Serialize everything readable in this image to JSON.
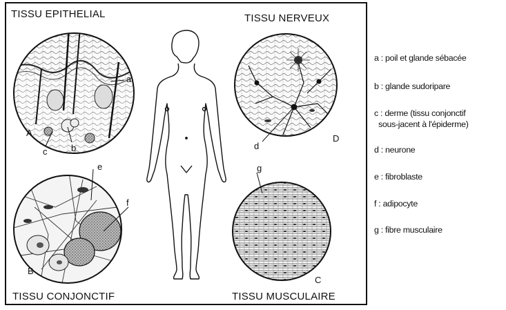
{
  "titles": {
    "epithelial": "TISSU EPITHELIAL",
    "nerveux": "TISSU NERVEUX",
    "conjonctif": "TISSU CONJONCTIF",
    "musculaire": "TISSU MUSCULAIRE"
  },
  "panel_letters": {
    "A": "A",
    "B": "B",
    "C": "C",
    "D": "D"
  },
  "labels": {
    "a": "a",
    "b": "b",
    "c": "c",
    "d": "d",
    "e": "e",
    "f": "f",
    "g": "g"
  },
  "legend": [
    "a : poil et glande sébacée",
    "b : glande sudoripare",
    "c : derme (tissu conjonctif",
    "sous-jacent à l'épiderme)",
    "d : neurone",
    "e : fibroblaste",
    "f :  adipocyte",
    "g : fibre musculaire"
  ]
}
